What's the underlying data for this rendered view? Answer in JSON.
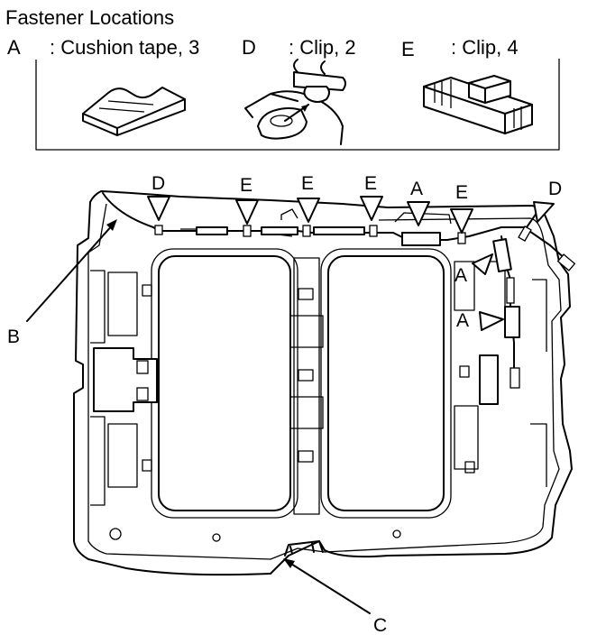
{
  "title": "Fastener Locations",
  "legend": [
    {
      "code": "A",
      "text": ": Cushion tape, 3"
    },
    {
      "code": "D",
      "text": ": Clip, 2"
    },
    {
      "code": "E",
      "text": ": Clip, 4"
    }
  ],
  "callouts": {
    "d_left": "D",
    "e1": "E",
    "e2": "E",
    "e3": "E",
    "a_top": "A",
    "e4": "E",
    "d_right": "D",
    "a_mid": "A",
    "a_low": "A",
    "b": "B",
    "c": "C"
  }
}
